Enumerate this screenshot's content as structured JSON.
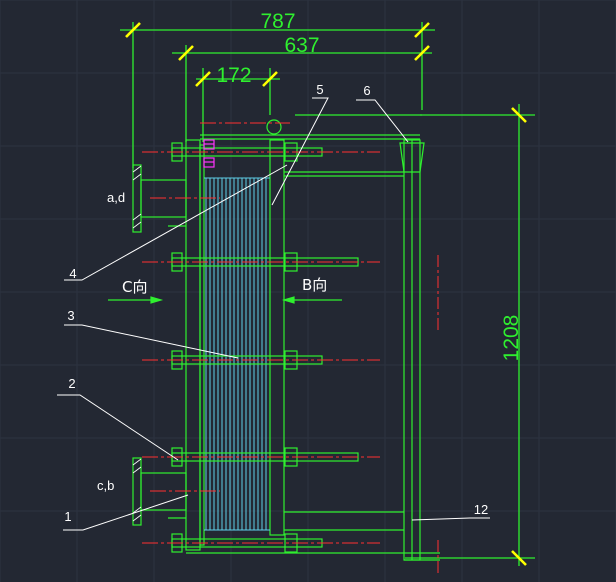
{
  "dimensions": {
    "overall_width": "787",
    "frame_width": "637",
    "plate_pack_width": "172",
    "height": "1208"
  },
  "callouts": [
    "1",
    "2",
    "3",
    "4",
    "5",
    "6",
    "12"
  ],
  "port_labels": {
    "upper": "a,d",
    "lower": "c,b"
  },
  "flow_labels": {
    "left": "C向",
    "right": "B向"
  },
  "colors": {
    "background": "#232833",
    "grid": "#2c3340",
    "frame": "#2ff02f",
    "dimension": "#2ff02f",
    "dimension_tick": "#ffff00",
    "plates": "#5fd0e8",
    "centerline": "#ff3030",
    "leader": "#ffffff",
    "bolt_detail": "#ff33ff"
  }
}
